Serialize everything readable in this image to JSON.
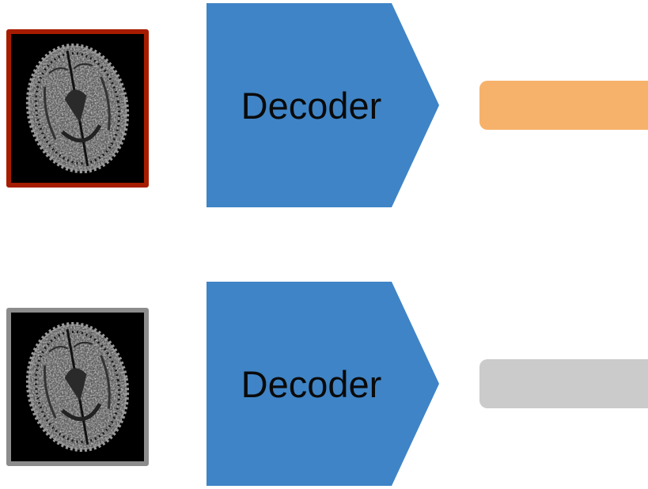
{
  "diagram": {
    "rows": [
      {
        "image": "brain-mri-slice",
        "image_border_color": "#A61C00",
        "decoder_label": "Decoder",
        "decoder_color": "#3F84C6",
        "output_bar_color": "#F6B26B"
      },
      {
        "image": "brain-mri-slice",
        "image_border_color": "#8C8C8C",
        "decoder_label": "Decoder",
        "decoder_color": "#3F84C6",
        "output_bar_color": "#CBCBCB"
      }
    ]
  }
}
